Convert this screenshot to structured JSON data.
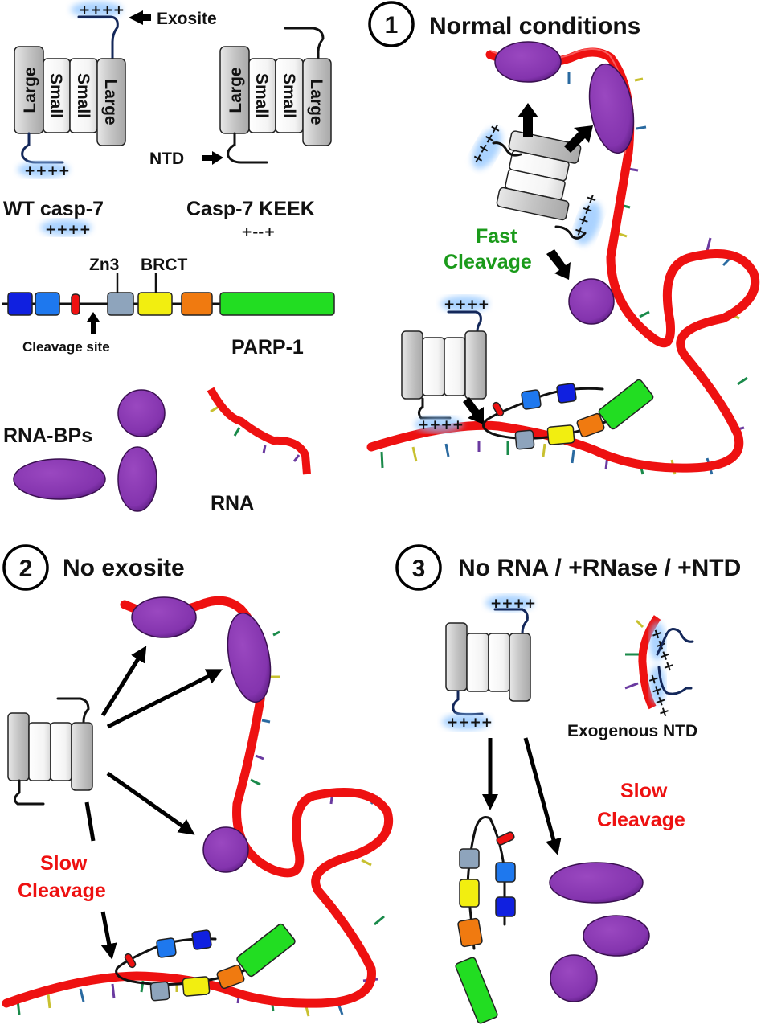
{
  "legend": {
    "exosite_label": "Exosite",
    "ntd_label": "NTD",
    "wt_label": "WT casp-7",
    "wt_charge": "++++",
    "keek_label": "Casp-7 KEEK",
    "keek_charge": "+--+",
    "subunits": [
      "Large",
      "Small",
      "Small",
      "Large"
    ],
    "domain_labels": [
      "Zn3",
      "BRCT"
    ],
    "cleavage_site_label": "Cleavage site",
    "parp_label": "PARP-1",
    "rnabp_label": "RNA-BPs",
    "rna_label": "RNA",
    "charge_tag": "++++"
  },
  "panels": [
    {
      "number": "1",
      "title": "Normal conditions",
      "rate_label": [
        "Fast",
        "Cleavage"
      ],
      "rate_color": "#1a9a1a"
    },
    {
      "number": "2",
      "title": "No exosite",
      "rate_label": [
        "Slow",
        "Cleavage"
      ],
      "rate_color": "#ee1111"
    },
    {
      "number": "3",
      "title": "No RNA / +RNase / +NTD",
      "rate_label": [
        "Slow",
        "Cleavage"
      ],
      "rate_color": "#ee1111",
      "exogenous_label": "Exogenous NTD"
    }
  ],
  "colors": {
    "rna": "#ee1111",
    "rnabp": "#8a3ab0",
    "parp_domains": [
      "#1020e0",
      "#1e78ee",
      "#ee1111",
      "#8ea4bc",
      "#f2ee10",
      "#f07a10",
      "#22dd22"
    ],
    "subunit_large": "#c8c8c8",
    "subunit_small": "#ffffff",
    "charge_glow": "#8ec4ff"
  }
}
